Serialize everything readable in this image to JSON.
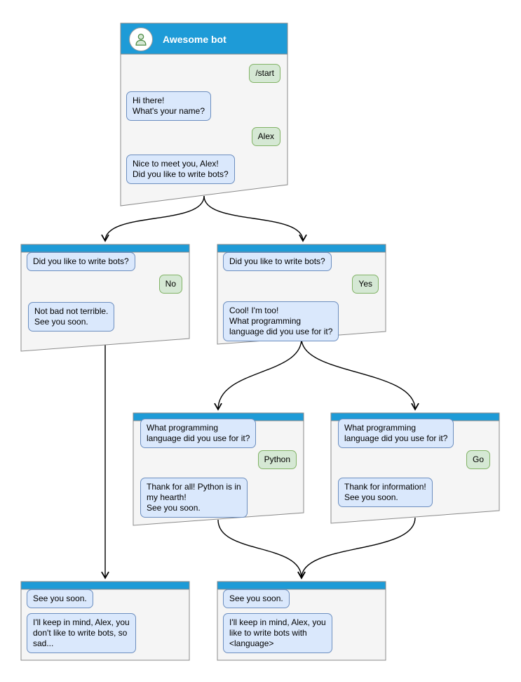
{
  "colors": {
    "header_blue": "#1e9bd7",
    "window_bg": "#f5f5f5",
    "window_border": "#8a8a8a",
    "bot_bubble_bg": "#dae8fc",
    "bot_bubble_border": "#6c8ebf",
    "user_bubble_bg": "#d5e8d4",
    "user_bubble_border": "#82b366",
    "arrow": "#000000"
  },
  "main_window": {
    "title": "Awesome bot",
    "messages": {
      "start": "/start",
      "greeting": "Hi there!\nWhat's your name?",
      "name_reply": "Alex",
      "bots_question": "Nice to meet you, Alex!\nDid you like to write bots?"
    }
  },
  "no_branch": {
    "question": "Did you like to write bots?",
    "answer": "No",
    "reply": "Not bad not terrible.\nSee you soon."
  },
  "yes_branch": {
    "question": "Did you like to write bots?",
    "answer": "Yes",
    "reply": "Cool! I'm too!\nWhat programming\nlanguage did you use for it?"
  },
  "python_branch": {
    "question": "What programming\nlanguage did you use for it?",
    "answer": "Python",
    "reply": "Thank for all! Python is in\nmy hearth!\nSee you soon."
  },
  "go_branch": {
    "question": "What programming\nlanguage did you use for it?",
    "answer": "Go",
    "reply": "Thank for information!\nSee you soon."
  },
  "end_no": {
    "question": "See you soon.",
    "reply": "I'll keep in mind, Alex, you\ndon't like to write bots, so\nsad..."
  },
  "end_yes": {
    "question": "See you soon.",
    "reply": "I'll keep in mind, Alex, you\nlike to write bots with\n<language>"
  }
}
